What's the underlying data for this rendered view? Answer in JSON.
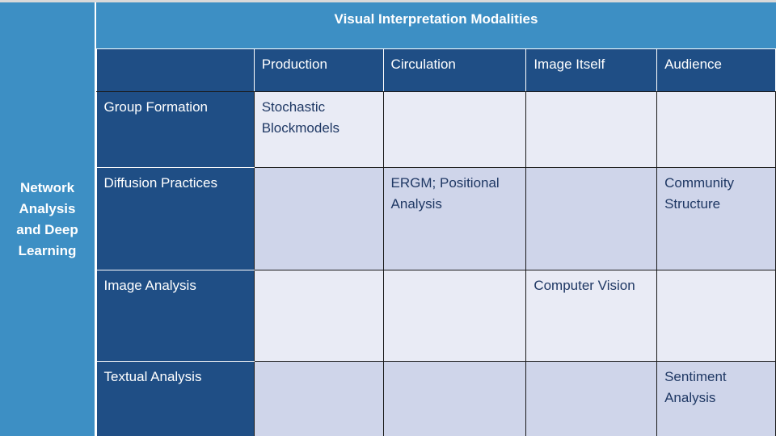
{
  "side_label": "Network Analysis and Deep Learning",
  "header_title": "Visual Interpretation Modalities",
  "columns": [
    "Production",
    "Circulation",
    "Image Itself",
    "Audience"
  ],
  "rows": [
    {
      "label": "Group Formation",
      "cells": [
        "Stochastic Blockmodels",
        "",
        "",
        ""
      ]
    },
    {
      "label": "Diffusion Practices",
      "cells": [
        "",
        "ERGM; Positional Analysis",
        "",
        "Community Structure"
      ]
    },
    {
      "label": "Image Analysis",
      "cells": [
        "",
        "",
        "Computer Vision",
        ""
      ]
    },
    {
      "label": "Textual Analysis",
      "cells": [
        "",
        "",
        "",
        "Sentiment Analysis"
      ]
    }
  ],
  "colors": {
    "panel_blue": "#3d8fc4",
    "header_navy": "#1f4e85",
    "cell_light": "#e9ebf5",
    "cell_dark": "#cfd5ea"
  }
}
